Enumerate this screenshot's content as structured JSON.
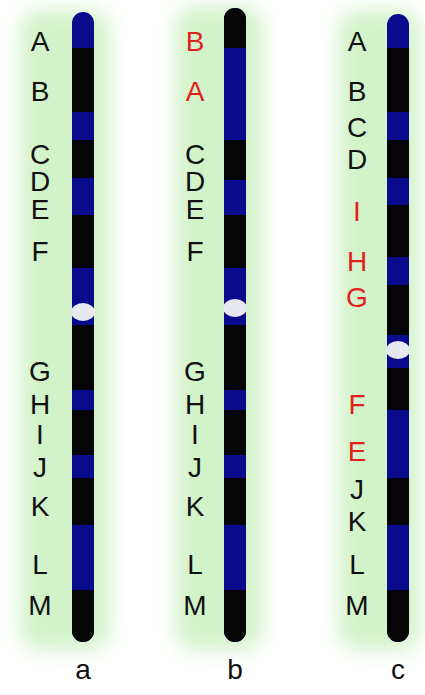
{
  "diagram": {
    "labels": [
      "A",
      "B",
      "C",
      "D",
      "E",
      "F",
      "G",
      "H",
      "I",
      "J",
      "K",
      "L",
      "M",
      "a",
      "B",
      "A",
      "C",
      "D",
      "E",
      "F",
      "G",
      "H",
      "I",
      "J",
      "K",
      "L",
      "M",
      "b",
      "A",
      "B",
      "C",
      "D",
      "I",
      "H",
      "G",
      "F",
      "E",
      "J",
      "K",
      "L",
      "M",
      "c"
    ]
  }
}
